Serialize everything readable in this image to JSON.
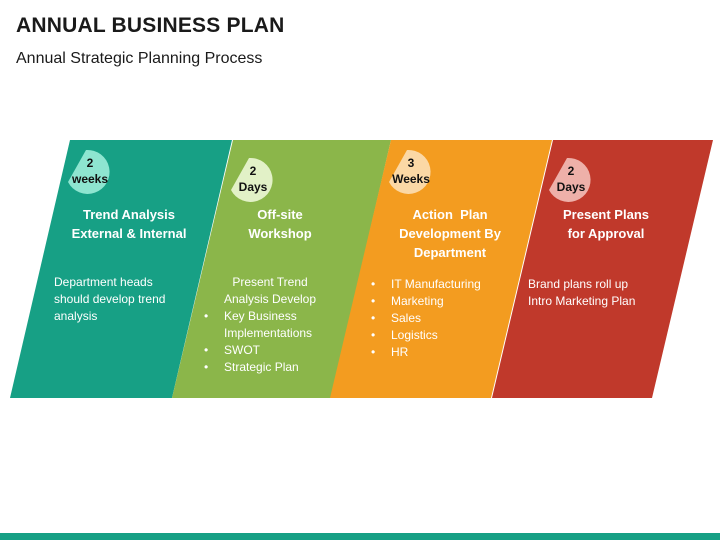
{
  "header": {
    "title": "ANNUAL BUSINESS PLAN",
    "subtitle": "Annual Strategic Planning Process"
  },
  "stages": [
    {
      "duration_number": "2",
      "duration_unit": "weeks",
      "title_line1": "Trend Analysis",
      "title_line2": "External & Internal",
      "title_line3": "",
      "body_intro": [
        "Department heads",
        "should develop trend",
        "analysis"
      ],
      "bullets": [],
      "color": "#17a085",
      "bubble_color": "#8ee5d0"
    },
    {
      "duration_number": "2",
      "duration_unit": "Days",
      "title_line1": "Off-site",
      "title_line2": "Workshop",
      "title_line3": "",
      "body_intro": [
        "Present Trend",
        "Analysis Develop"
      ],
      "bullets": [
        "Key Business",
        "Implementations",
        "SWOT",
        "Strategic Plan"
      ],
      "color": "#8bb64a",
      "bubble_color": "#e2f1c7"
    },
    {
      "duration_number": "3",
      "duration_unit": "Weeks",
      "title_line1": "Action  Plan",
      "title_line2": "Development By",
      "title_line3": "Department",
      "body_intro": [],
      "bullets": [
        "IT Manufacturing",
        "Marketing",
        "Sales",
        "Logistics",
        "HR"
      ],
      "color": "#f39c20",
      "bubble_color": "#fbd8a5"
    },
    {
      "duration_number": "2",
      "duration_unit": "Days",
      "title_line1": "Present Plans",
      "title_line2": "for Approval",
      "title_line3": "",
      "body_intro": [
        "Brand plans roll up",
        "Intro Marketing Plan"
      ],
      "bullets": [],
      "color": "#c0392b",
      "bubble_color": "#eeb0a9"
    }
  ],
  "footer": {
    "bar_color": "#17a085"
  }
}
